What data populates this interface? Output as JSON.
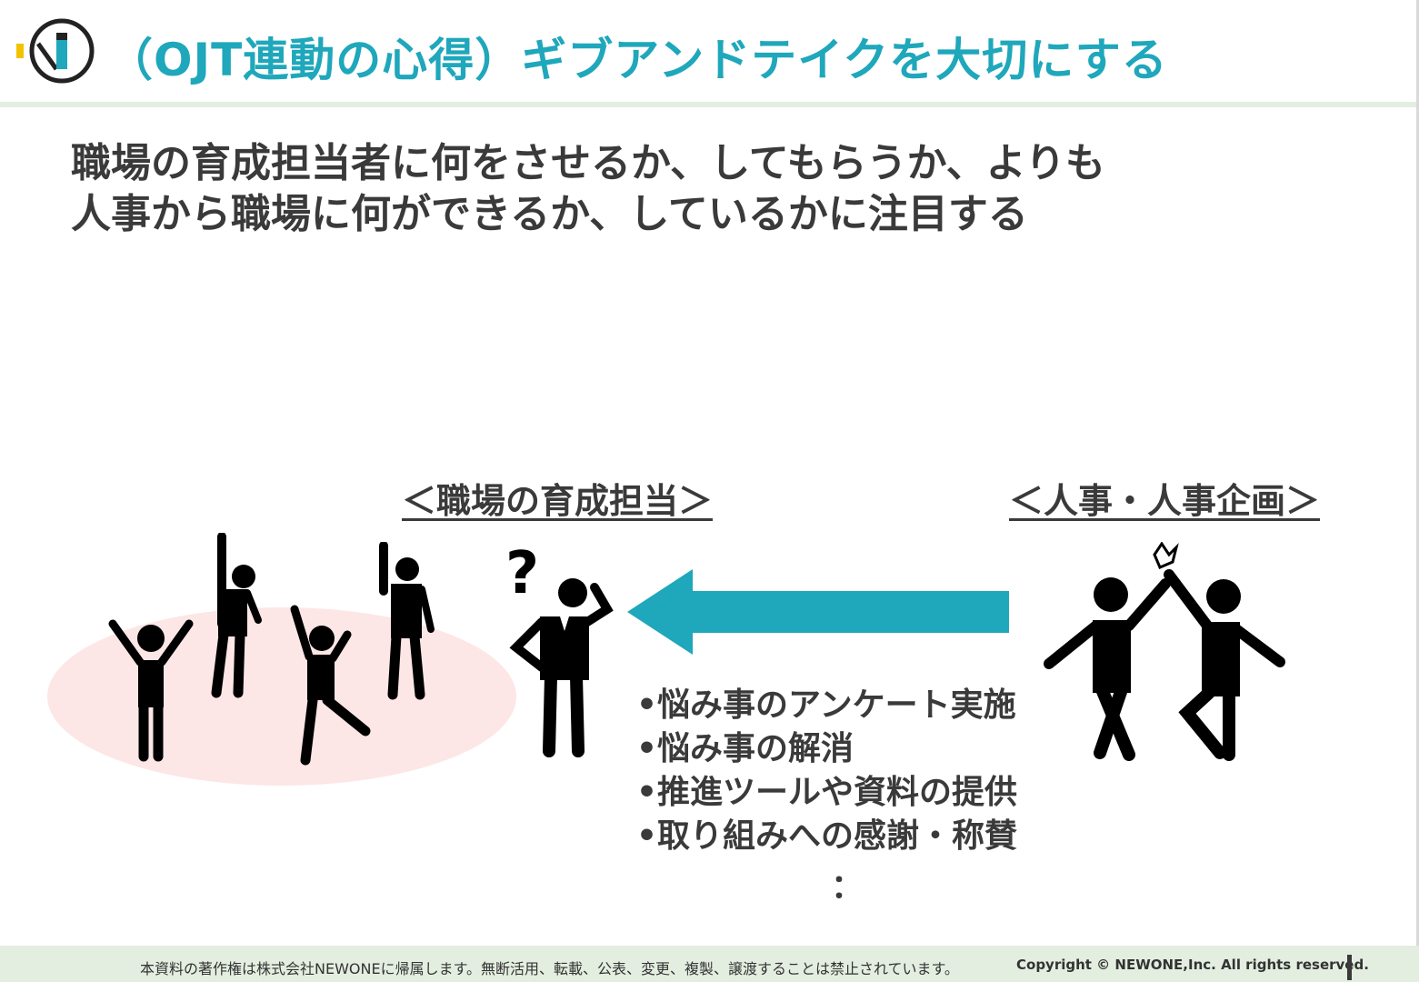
{
  "header": {
    "title": "（OJT連動の心得）ギブアンドテイクを大切にする",
    "logo_icon": "company-logo-icon",
    "accent_color": "#1fa7bb"
  },
  "lead": {
    "line1": "職場の育成担当者に何をさせるか、してもらうか、よりも",
    "line2": "人事から職場に何ができるか、しているかに注目する"
  },
  "labels": {
    "workplace": "＜職場の育成担当＞",
    "hr": "＜人事・人事企画＞"
  },
  "actions": {
    "items": [
      "•悩み事のアンケート実施",
      "•悩み事の解消",
      "•推進ツールや資料の提供",
      "•取り組みへの感謝・称賛"
    ],
    "continuation": "："
  },
  "footer": {
    "notice": "本資料の著作権は株式会社NEWONEに帰属します。無断活用、転載、公表、変更、複製、譲渡することは禁止されています。",
    "copyright": "Copyright © NEWONE,Inc.  All rights reserved."
  },
  "icons": {
    "crowd": [
      "person-cheering-icon",
      "person-raising-hand-icon",
      "person-jumping-icon",
      "person-pointing-up-icon"
    ],
    "trainer": "person-thinking-question-icon",
    "hr": "people-high-five-icon",
    "arrow": "left-arrow-icon"
  },
  "colors": {
    "arrow": "#1fa7bb",
    "ellipse": "#fde6e6",
    "band": "#e3eee0",
    "text": "#3a3a3a"
  }
}
